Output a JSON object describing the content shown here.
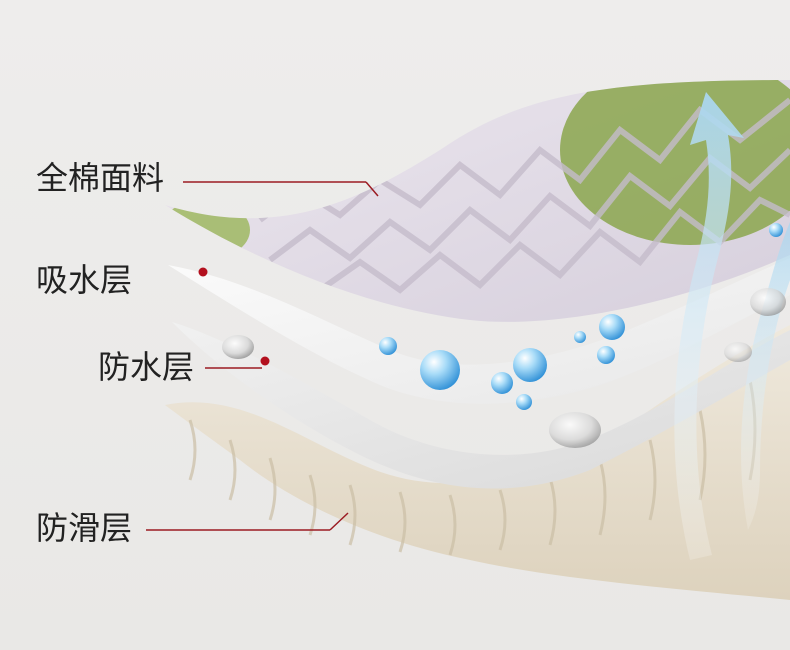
{
  "labels": {
    "cotton_fabric": "全棉面料",
    "absorbent_layer": "吸水层",
    "waterproof_layer": "防水层",
    "antislip_layer": "防滑层"
  },
  "colors": {
    "background": "#ecebea",
    "cotton_layer": "#e3dce6",
    "pattern_green": "#8fa955",
    "absorbent_layer": "#f6f6f6",
    "waterproof_layer": "#e7e7e7",
    "antislip_layer": "#e5ddcd",
    "leader_line": "#9b1b22",
    "airflow_arrow": "#bfe0f2",
    "water_drop": "#5ab4ea"
  }
}
